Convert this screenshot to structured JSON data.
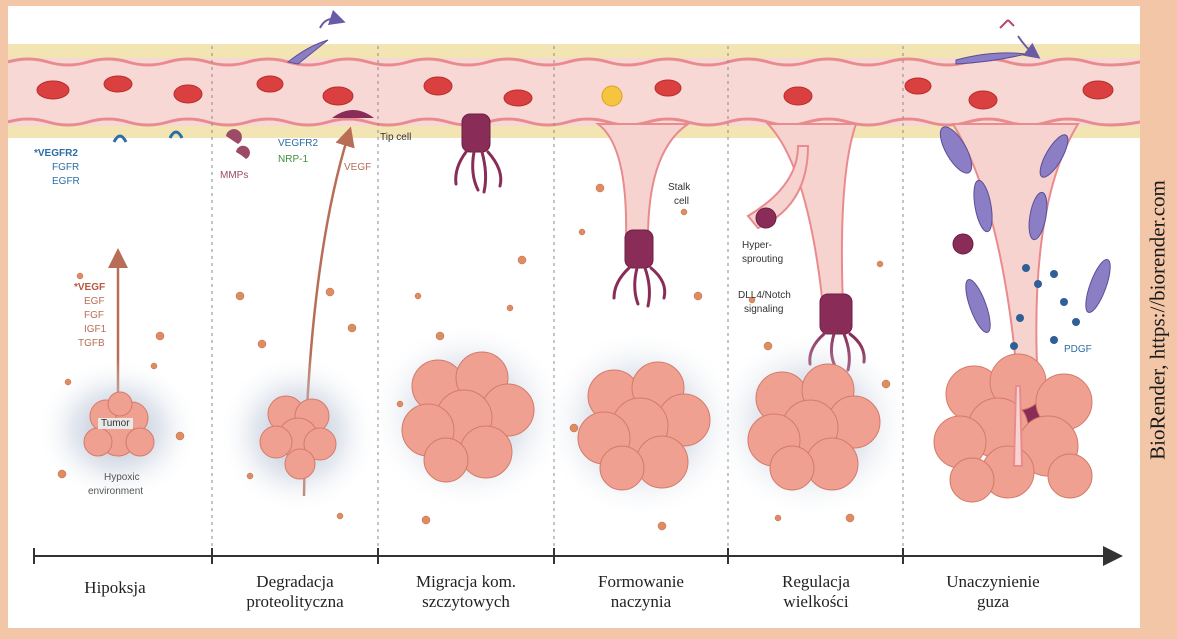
{
  "side_credit": "BioRender, https://biorender.com",
  "stages": [
    {
      "line1": "Hipoksja",
      "line2": ""
    },
    {
      "line1": "Degradacja",
      "line2": "proteolityczna"
    },
    {
      "line1": "Migracja kom.",
      "line2": "szczytowych"
    },
    {
      "line1": "Formowanie",
      "line2": "naczynia"
    },
    {
      "line1": "Regulacja",
      "line2": "wielkości"
    },
    {
      "line1": "Unaczynienie",
      "line2": "guza"
    }
  ],
  "labels": {
    "receptors": [
      "*VEGFR2",
      "FGFR",
      "EGFR"
    ],
    "factors": [
      "*VEGF",
      "EGF",
      "FGF",
      "IGF1",
      "TGFB"
    ],
    "tumor": "Tumor",
    "hypoxic1": "Hypoxic",
    "hypoxic2": "environment",
    "mmps": "MMPs",
    "vegfr2": "VEGFR2",
    "nrp1": "NRP-1",
    "vegf": "VEGF",
    "tipcell": "Tip cell",
    "stalk1": "Stalk",
    "stalk2": "cell",
    "hyper1": "Hyper-",
    "hyper2": "sprouting",
    "dll1": "DLL4/Notch",
    "dll2": "signaling",
    "pdgf": "PDGF"
  },
  "colors": {
    "frame": "#f2c6a6",
    "vessel": "#f9d9d6",
    "rbc": "#d9403f",
    "endothelium": "#e98b8e",
    "tumor": "#f0a090",
    "tipcell": "#8a2c58",
    "pericyte": "#7d6fb8",
    "receptor": "#2b6ea5"
  }
}
